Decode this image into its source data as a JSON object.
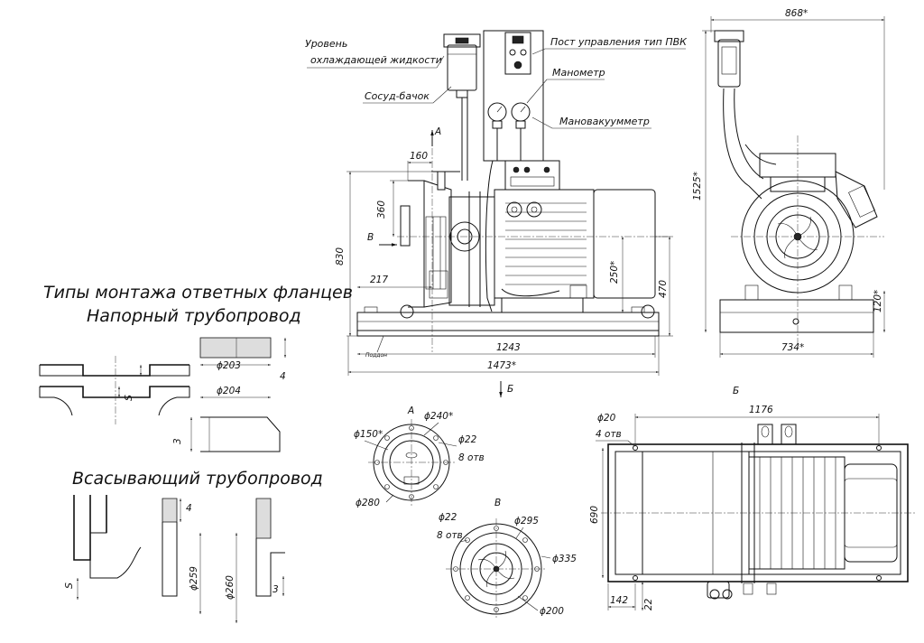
{
  "labels": {
    "coolant_level_line1": "Уровень",
    "coolant_level_line2": "охлаждающей жидкости",
    "tank": "Сосуд-бачок",
    "control_post": "Пост управления тип ПВК",
    "manometer": "Манометр",
    "vacuum_manometer": "Мановакуумметр",
    "pallet": "Поддон"
  },
  "views": {
    "arrow_a": "А",
    "arrow_b": "Б",
    "arrow_v": "В",
    "view_a": "А",
    "view_b": "Б",
    "view_v": "В"
  },
  "flange_section": {
    "title_line1": "Типы монтажа ответных фланцев",
    "title_line2": "Напорный трубопровод",
    "suction_title": "Всасывающий трубопровод",
    "d203": "ϕ203",
    "d204": "ϕ204",
    "d259": "ϕ259",
    "d260": "ϕ260",
    "n4a": "4",
    "n4b": "4",
    "n3a": "3",
    "n3b": "3",
    "s1": "S",
    "s2": "S"
  },
  "main_view": {
    "d160": "160",
    "d360": "360",
    "d830": "830",
    "d217": "217",
    "d250": "250*",
    "d470": "470",
    "d1243": "1243",
    "d1473": "1473*"
  },
  "side_view": {
    "d868": "868*",
    "d1525": "1525*",
    "d120": "120*",
    "d734": "734*"
  },
  "view_a": {
    "d150": "ϕ150*",
    "d240": "ϕ240*",
    "d22": "ϕ22",
    "holes": "8 отв",
    "d280": "ϕ280"
  },
  "view_v": {
    "d22": "ϕ22",
    "holes": "8 отв",
    "d295": "ϕ295",
    "d335": "ϕ335",
    "d200": "ϕ200"
  },
  "view_b": {
    "d20": "ϕ20",
    "holes": "4 отв",
    "d1176": "1176",
    "d690": "690",
    "d142": "142",
    "d22": "22"
  }
}
